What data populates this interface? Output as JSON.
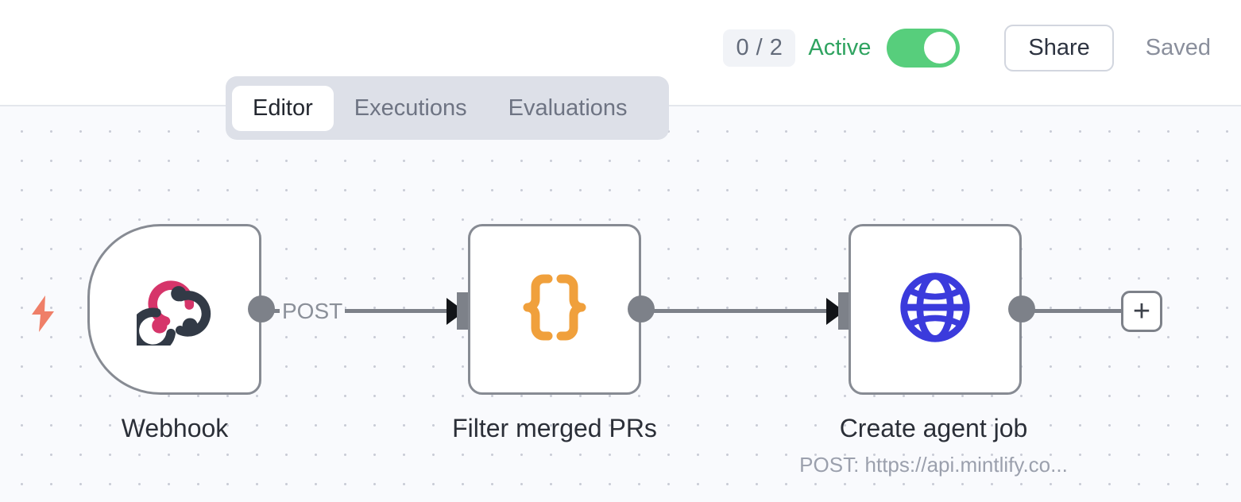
{
  "header": {
    "run_count": "0 / 2",
    "status_label": "Active",
    "toggle_state": "on",
    "share_label": "Share",
    "saved_label": "Saved",
    "accent_active": "#2fa360",
    "accent_toggle": "#57ce7c"
  },
  "tabs": [
    {
      "label": "Editor",
      "active": true
    },
    {
      "label": "Executions",
      "active": false
    },
    {
      "label": "Evaluations",
      "active": false
    }
  ],
  "canvas": {
    "background": "#f9fafd",
    "dot_color": "#c9ccd6",
    "trigger_marker": "lightning-bolt",
    "trigger_marker_color": "#ef7f68",
    "add_button_label": "+"
  },
  "nodes": [
    {
      "id": "webhook",
      "label": "Webhook",
      "subtitle": "",
      "icon": "webhook-icon",
      "icon_colors": [
        "#d6356a",
        "#323a46"
      ],
      "type": "trigger"
    },
    {
      "id": "filter-merged-prs",
      "label": "Filter merged PRs",
      "subtitle": "",
      "icon": "code-braces-icon",
      "icon_colors": [
        "#f0a03c"
      ],
      "type": "action"
    },
    {
      "id": "create-agent-job",
      "label": "Create agent job",
      "subtitle": "POST: https://api.mintlify.co...",
      "icon": "globe-icon",
      "icon_colors": [
        "#3b3bdc"
      ],
      "type": "action"
    }
  ],
  "edges": [
    {
      "from": "webhook",
      "to": "filter-merged-prs",
      "label": "POST"
    },
    {
      "from": "filter-merged-prs",
      "to": "create-agent-job",
      "label": ""
    }
  ]
}
